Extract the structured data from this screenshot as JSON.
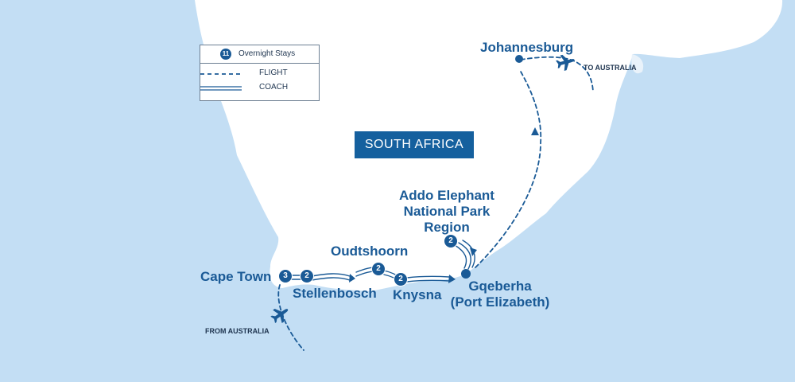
{
  "colors": {
    "ocean": "#c3def4",
    "land": "#ffffff",
    "accent": "#1a5a96",
    "route": "#1a5a96",
    "country_box": "#15609e",
    "text_small": "#1f3550"
  },
  "legend": {
    "overnight_badge": "11",
    "overnight_label": "Overnight Stays",
    "flight_label": "FLIGHT",
    "coach_label": "COACH"
  },
  "country_label": "SOUTH AFRICA",
  "places": {
    "johannesburg": "Johannesburg",
    "addo_line1": "Addo Elephant",
    "addo_line2": "National Park",
    "addo_line3": "Region",
    "oudtshoorn": "Oudtshoorn",
    "cape_town": "Cape Town",
    "stellenbosch": "Stellenbosch",
    "knysna": "Knysna",
    "gqeberha_line1": "Gqeberha",
    "gqeberha_line2": "(Port Elizabeth)"
  },
  "nights": {
    "cape_town": "3",
    "stellenbosch": "2",
    "oudtshoorn": "2",
    "knysna": "2",
    "addo": "2"
  },
  "flights": {
    "from": "FROM AUSTRALIA",
    "to": "TO AUSTRALIA"
  },
  "icons": [
    "airplane-icon",
    "map-pin-icon",
    "arrowhead-icon"
  ]
}
